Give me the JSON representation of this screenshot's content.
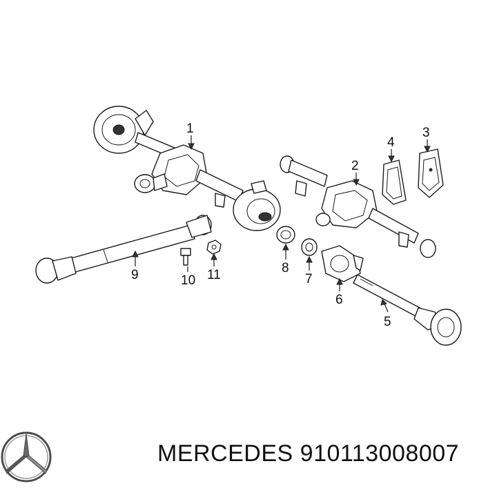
{
  "diagram": {
    "callouts": [
      {
        "id": "1",
        "label": "1"
      },
      {
        "id": "2",
        "label": "2"
      },
      {
        "id": "3",
        "label": "3"
      },
      {
        "id": "4",
        "label": "4"
      },
      {
        "id": "5",
        "label": "5"
      },
      {
        "id": "6",
        "label": "6"
      },
      {
        "id": "7",
        "label": "7"
      },
      {
        "id": "8",
        "label": "8"
      },
      {
        "id": "9",
        "label": "9"
      },
      {
        "id": "10",
        "label": "10"
      },
      {
        "id": "11",
        "label": "11"
      }
    ]
  },
  "footer": {
    "brand": "MERCEDES",
    "part_number": "910113008007",
    "logo_icon": "mercedes-star-icon"
  }
}
